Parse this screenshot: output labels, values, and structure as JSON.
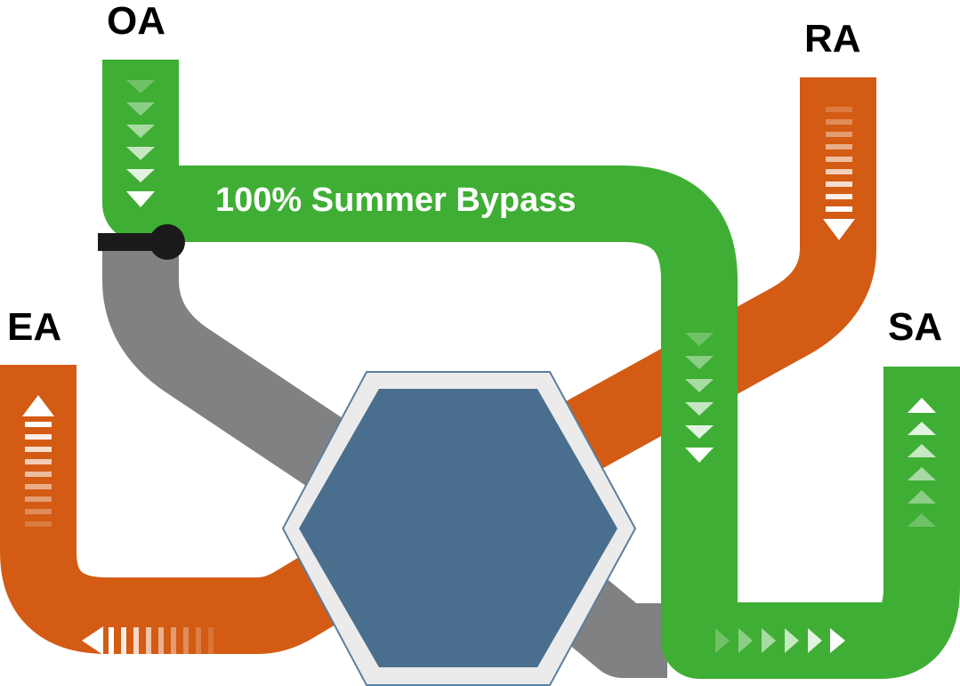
{
  "ports": {
    "oa": "OA",
    "ra": "RA",
    "ea": "EA",
    "sa": "SA"
  },
  "bypass_label": "100% Summer Bypass",
  "colors": {
    "fresh_air": "#3fae34",
    "return_air": "#d35b13",
    "inactive_duct": "#808183",
    "exchanger_core": "#4a6f8e",
    "exchanger_border": "#ecebeb",
    "damper": "#1a1a1a",
    "arrow": "#ffffff"
  },
  "damper_state": "open-to-bypass",
  "flow_directions": {
    "oa": "down",
    "ra": "down",
    "ea": "up",
    "sa": "up",
    "bottom_exhaust": "left",
    "bottom_supply": "right"
  }
}
